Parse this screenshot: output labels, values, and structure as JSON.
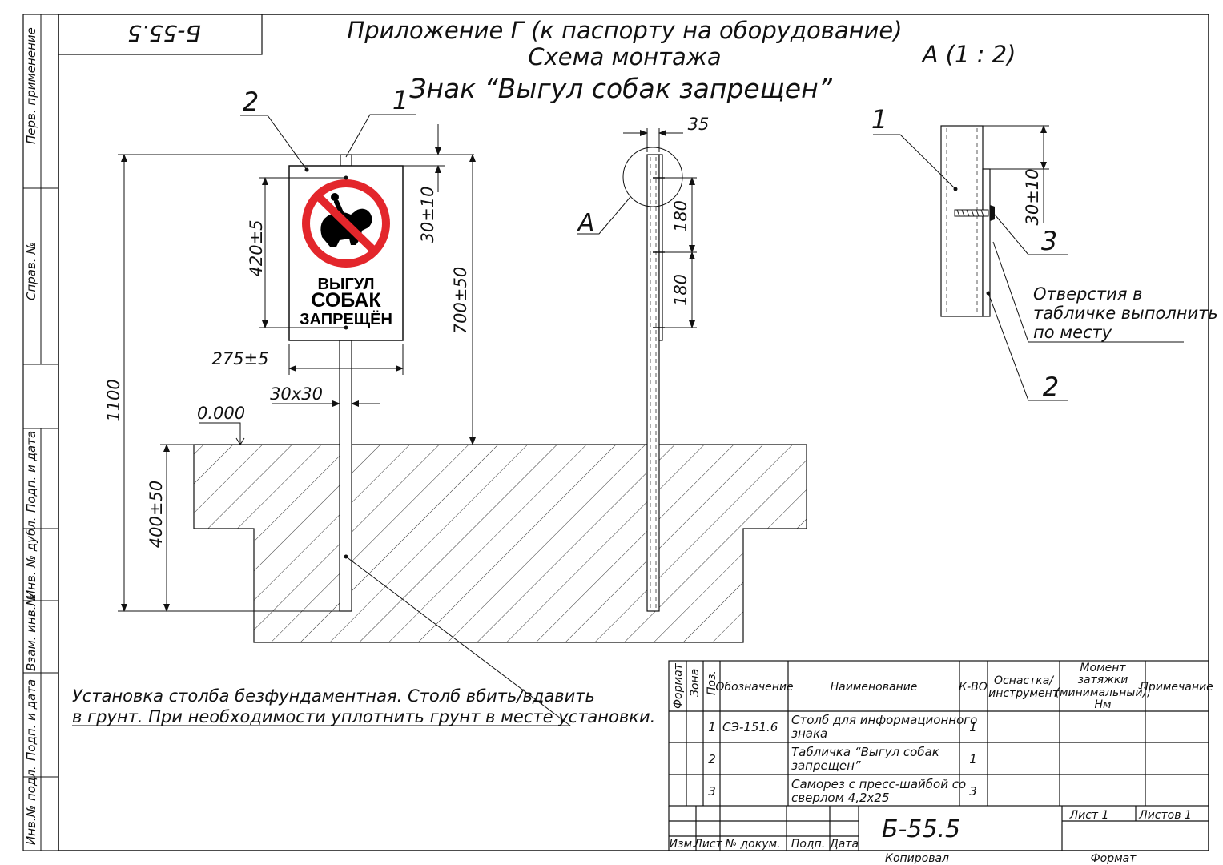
{
  "sheet": {
    "corner_code": "Б-55.5",
    "appendix_title": "Приложение Г (к паспорту на оборудование)",
    "scheme_title": "Схема монтажа",
    "sign_title": "Знак “Выгул собак запрещен”",
    "detail_title": "А (1 : 2)"
  },
  "side_stamps": [
    "Перв. применение",
    "Справ. №",
    "Подп. и дата",
    "Инв. № дубл.",
    "Взам. инв.№",
    "Подп. и дата",
    "Инв.№ подл."
  ],
  "sign_plate": {
    "line1": "ВЫГУЛ",
    "line2": "СОБАК",
    "line3": "ЗАПРЕЩЁН",
    "red": "#e3262b"
  },
  "front_view": {
    "callout_1": "1",
    "callout_2": "2",
    "dim_overall": "1100",
    "dim_plate_h": "420±5",
    "dim_plate_w": "275±5",
    "dim_offset": "30±10",
    "dim_above_ground": "700±50",
    "dim_post": "30x30",
    "dim_depth": "400±50",
    "ground_level": "0.000"
  },
  "side_view": {
    "dim_width": "35",
    "dim_hole1": "180",
    "dim_hole2": "180",
    "detail_label": "А"
  },
  "detail": {
    "callout_1": "1",
    "callout_2": "2",
    "callout_3": "3",
    "dim_offset": "30±10",
    "note_line1": "Отверстия в",
    "note_line2": "табличке выполнить",
    "note_line3": "по месту"
  },
  "install_note": {
    "line1": "Установка столба безфундаментная. Столб вбить/вдавить",
    "line2": "в грунт. При необходимости уплотнить грунт в месте установки."
  },
  "bom": {
    "headers": {
      "format": "Формат",
      "zone": "Зона",
      "pos": "Поз.",
      "designation": "Обозначение",
      "name": "Наименование",
      "qty": "К-ВО",
      "tool1": "Оснастка/",
      "tool2": "инструмент",
      "torque1": "Момент",
      "torque2": "затяжки",
      "torque3": "(минимальный),",
      "torque4": "Нм",
      "note": "Примечание"
    },
    "rows": [
      {
        "pos": "1",
        "designation": "СЭ-151.6",
        "name1": "Столб для информационного",
        "name2": "знака",
        "qty": "1"
      },
      {
        "pos": "2",
        "designation": "",
        "name1": "Табличка “Выгул собак",
        "name2": "запрещен”",
        "qty": "1"
      },
      {
        "pos": "3",
        "designation": "",
        "name1": "Саморез с пресс-шайбой со",
        "name2": "сверлом 4,2х25",
        "qty": "3"
      }
    ]
  },
  "title_block": {
    "doc_number": "Б-55.5",
    "sheet_label": "Лист 1",
    "sheets_label": "Листов 1",
    "izm": "Изм.",
    "list": "Лист",
    "doc_no": "№ докум.",
    "sign": "Подп.",
    "date": "Дата",
    "copied": "Копировал",
    "format": "Формат"
  }
}
